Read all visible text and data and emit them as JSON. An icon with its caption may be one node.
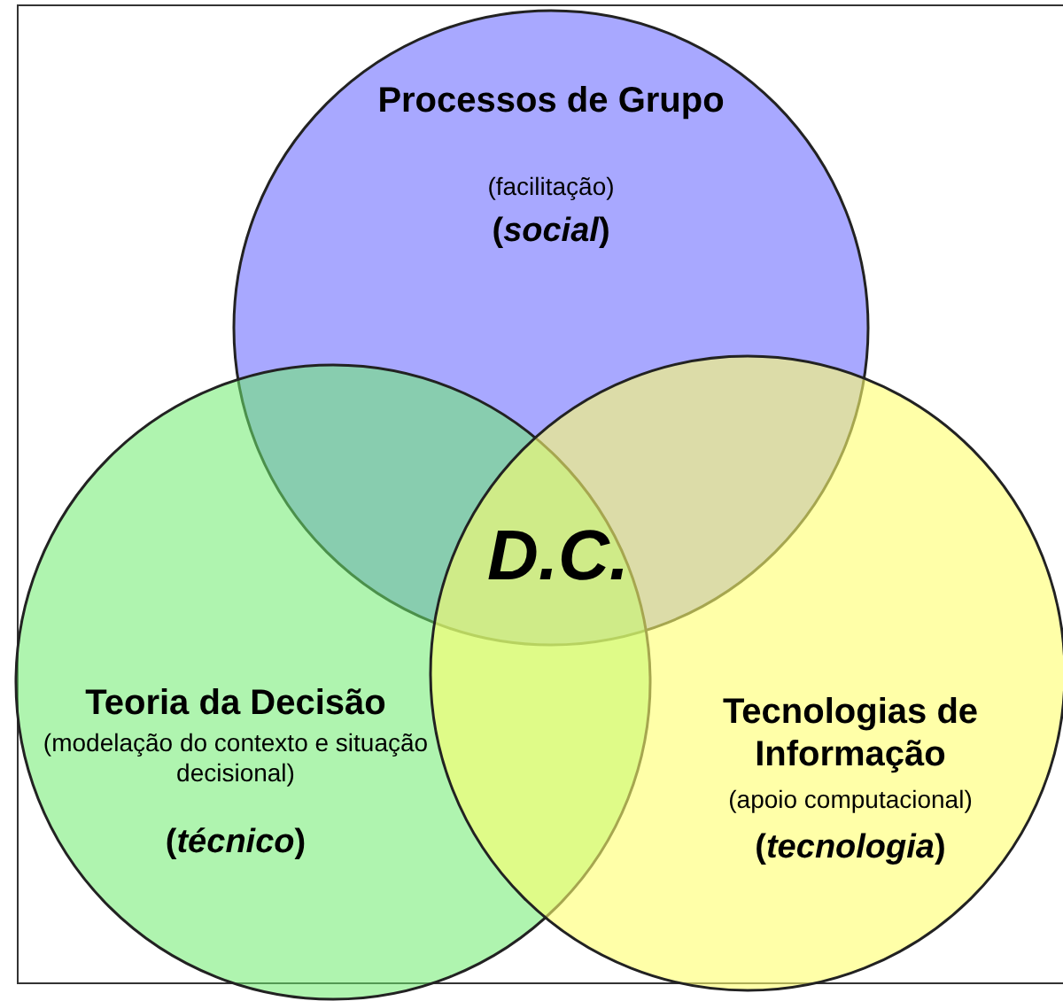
{
  "diagram": {
    "nodes": [
      {
        "text": [
          "Processos de Grupo",
          "(facilitação)",
          "(*social*)"
        ]
      },
      {
        "text": [
          "Teoria da Decisão",
          "(modelação do contexto e situação decisional)",
          "(*técnico*)"
        ]
      },
      {
        "text": [
          "Tecnologias de Informação",
          "(apoio computacional)",
          "(*tecnologia*)"
        ]
      }
    ],
    "edges": [],
    "labels": [
      "D.C."
    ]
  }
}
